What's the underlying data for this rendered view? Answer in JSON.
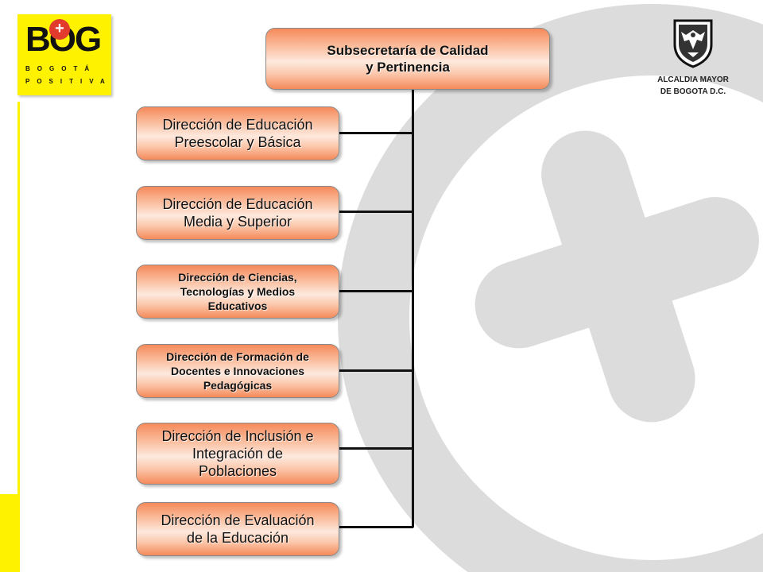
{
  "logo": {
    "letters": "BOG",
    "plus": "+",
    "line1": "BOGOTÁ",
    "line2": "POSITIVA"
  },
  "alcaldia": {
    "line1": "ALCALDIA MAYOR",
    "line2": "DE BOGOTA D.C.",
    "emblem_icon": "coat-of-arms-icon"
  },
  "colors": {
    "box_edge": "#f58a5a",
    "box_center": "#fde9de",
    "brand_yellow": "#fff200",
    "watermark": "#d9d9d9"
  },
  "org_chart": {
    "root": "Subsecretaría de  Calidad\ny Pertinencia",
    "children": [
      "Dirección de  Educación\nPreescolar y Básica",
      "Dirección de Educación\nMedia y Superior",
      "Dirección de Ciencias,\nTecnologías y Medios\nEducativos",
      "Dirección de Formación de\nDocentes e Innovaciones\nPedagógicas",
      "Dirección de Inclusión e\nIntegración de\nPoblaciones",
      "Dirección de Evaluación\nde la Educación"
    ]
  }
}
